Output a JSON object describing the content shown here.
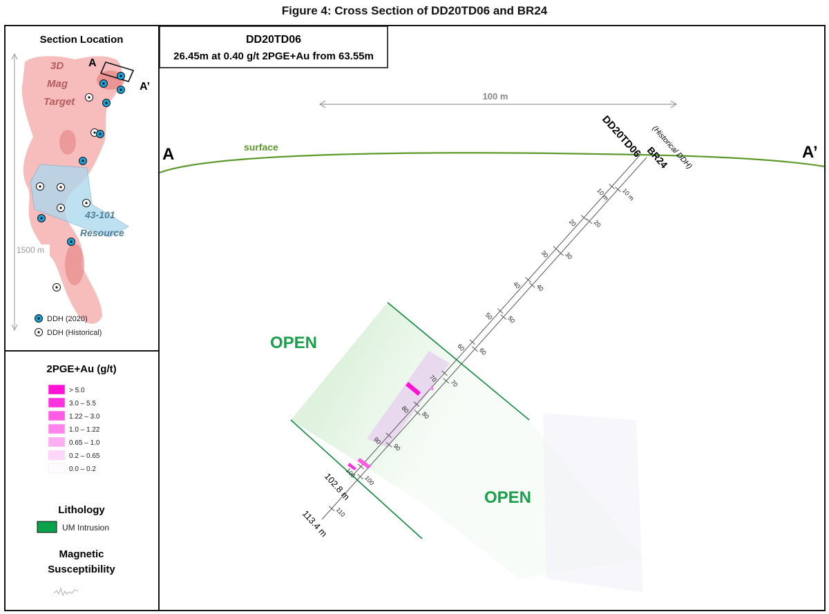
{
  "figure_title": "Figure 4: Cross Section of DD20TD06 and BR24",
  "location_panel": {
    "title": "Section Location",
    "section_start": "A",
    "section_end": "A’",
    "target_label_lines": [
      "3D",
      "Mag",
      "Target"
    ],
    "resource_label_lines": [
      "43-101",
      "Resource"
    ],
    "scale_label": "1500 m",
    "legend_new": "DDH (2020)",
    "legend_historical": "DDH (Historical)",
    "colors": {
      "anomaly": "#f2a8a6",
      "anomaly_core": "#e88888",
      "resource": "#a9d8ee",
      "ddh_2020": "#1aa3d8"
    }
  },
  "grade_legend": {
    "title": "2PGE+Au (g/t)",
    "items": [
      {
        "label": "> 5.0",
        "color": "#ff12d6"
      },
      {
        "label": "3.0 – 5.5",
        "color": "#ff33dd"
      },
      {
        "label": "1.22 – 3.0",
        "color": "#ff5ce5"
      },
      {
        "label": "1.0 – 1.22",
        "color": "#ff85ec"
      },
      {
        "label": "0.65 – 1.0",
        "color": "#ffadf3"
      },
      {
        "label": "0.2 – 0.65",
        "color": "#fed6f9"
      },
      {
        "label": "0.0 – 0.2",
        "color": "#fdfbfd"
      }
    ]
  },
  "lithology": {
    "title": "Lithology",
    "item_label": "UM Intrusion",
    "item_color": "#0aa24a"
  },
  "magnetic": {
    "title_lines": [
      "Magnetic",
      "Susceptibility"
    ]
  },
  "section": {
    "header_hole": "DD20TD06",
    "header_intercept": "26.45m at 0.40 g/t 2PGE+Au from 63.55m",
    "scale_bar": "100 m",
    "surface_label": "surface",
    "end_a": "A",
    "end_a_prime": "A’",
    "hole_new": "DD20TD06",
    "hole_historical": "BR24",
    "historical_note": "(Historical DDH)",
    "open_upper": "OPEN",
    "open_lower": "OPEN",
    "depth_new": "102.8 m",
    "depth_historical": "113.4 m",
    "tick_labels": [
      "10 m",
      "20",
      "30",
      "40",
      "50",
      "60",
      "70",
      "80",
      "90",
      "100"
    ],
    "tick_labels_historical": [
      "10 m",
      "20",
      "30",
      "40",
      "50",
      "60",
      "70",
      "80",
      "90",
      "100",
      "110"
    ],
    "colors": {
      "surface": "#5b9a2a",
      "open_text": "#18a04a",
      "intrusion_contact": "#0a8a3a",
      "intrusion_fill": "#d2ecd2"
    }
  }
}
